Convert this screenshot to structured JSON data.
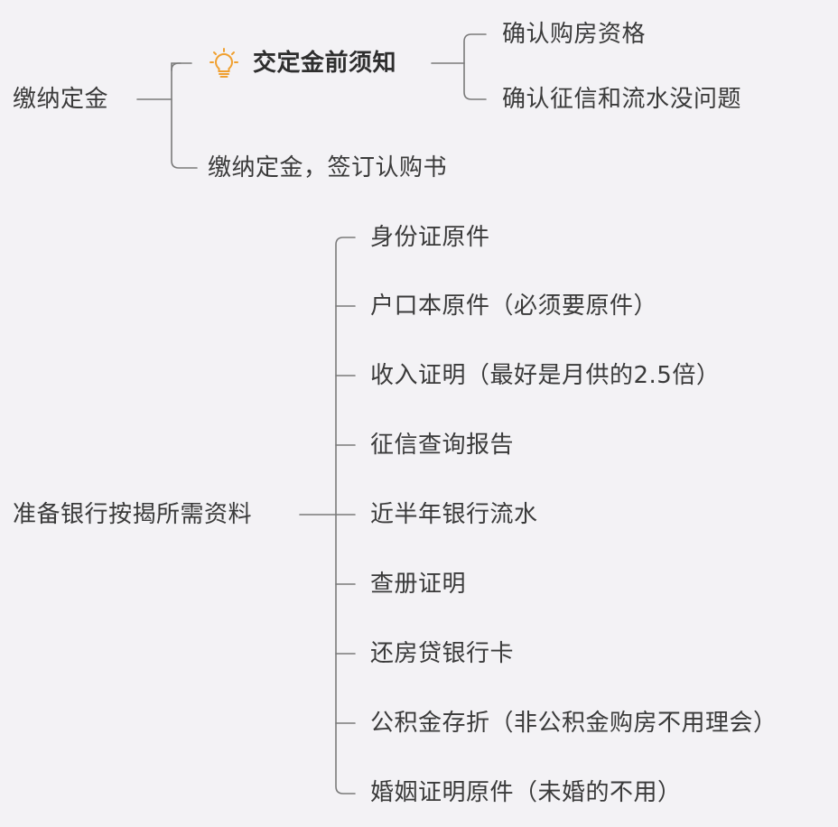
{
  "colors": {
    "background": "#f3f2f5",
    "line": "#7a7a7a",
    "text": "#3a3a3a",
    "bulb": "#f0a030"
  },
  "branch1": {
    "root": "缴纳定金",
    "topic": {
      "icon": "lightbulb-icon",
      "label": "交定金前须知"
    },
    "topic_children": [
      "确认购房资格",
      "确认征信和流水没问题"
    ],
    "sibling": "缴纳定金，签订认购书"
  },
  "branch2": {
    "root": "准备银行按揭所需资料",
    "children": [
      "身份证原件",
      "户口本原件（必须要原件）",
      "收入证明（最好是月供的2.5倍）",
      "征信查询报告",
      "近半年银行流水",
      "查册证明",
      "还房贷银行卡",
      "公积金存折（非公积金购房不用理会）",
      "婚姻证明原件（未婚的不用）"
    ]
  }
}
